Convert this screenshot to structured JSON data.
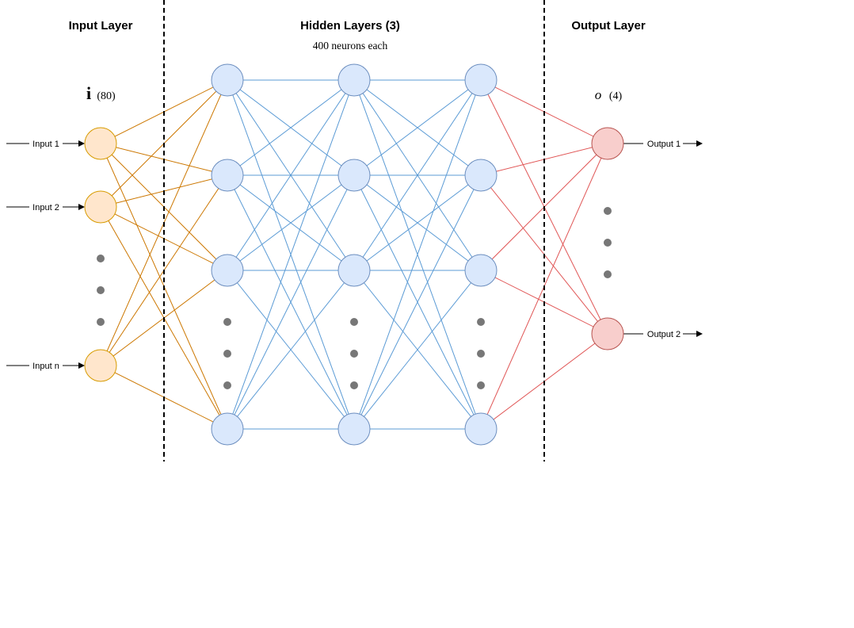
{
  "headers": {
    "input_layer": "Input Layer",
    "hidden_layers": "Hidden Layers (3)",
    "hidden_subtitle": "400 neurons each",
    "output_layer": "Output Layer"
  },
  "input_symbol": {
    "symbol": "i",
    "count": "(80)"
  },
  "output_symbol": {
    "symbol": "o",
    "count": "(4)"
  },
  "inputs": [
    "Input 1",
    "Input 2",
    "Input n"
  ],
  "outputs": [
    "Output 1",
    "Output 2"
  ],
  "colors": {
    "input_fill": "#ffe6cc",
    "input_stroke": "#d79b00",
    "input_edge": "#cc7700",
    "hidden_fill": "#dae8fc",
    "hidden_stroke": "#6c8ebf",
    "hidden_edge": "#5b9bd5",
    "output_fill": "#f8cecc",
    "output_stroke": "#b85450",
    "output_edge": "#e05555",
    "ellipsis_dot": "#777777",
    "divider": "#000000"
  }
}
